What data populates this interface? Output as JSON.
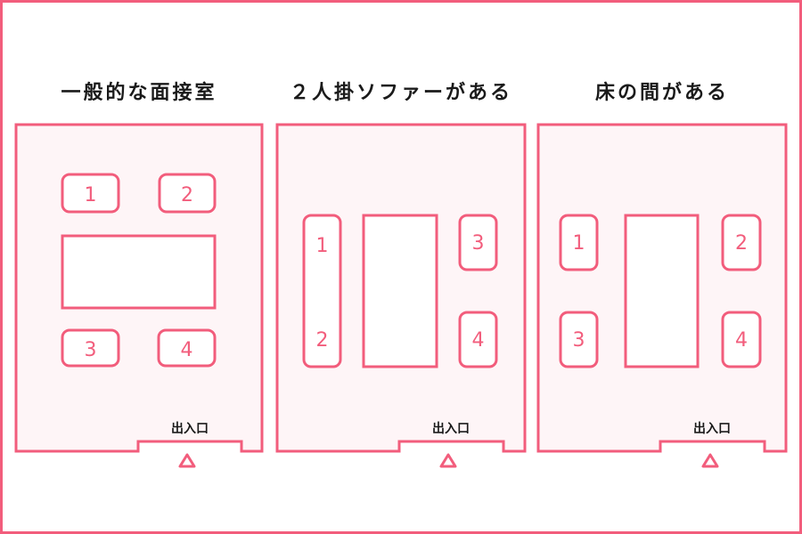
{
  "colors": {
    "accent": "#f25d7c",
    "room_fill": "#fef5f7",
    "furniture_fill": "#ffffff",
    "title_text": "#1a1a1a"
  },
  "layouts": [
    {
      "title": "一般的な面接室",
      "entrance_label": "出入口",
      "seats": [
        "1",
        "2",
        "3",
        "4"
      ]
    },
    {
      "title": "２人掛ソファーがある",
      "entrance_label": "出入口",
      "seats": [
        "1",
        "2",
        "3",
        "4"
      ]
    },
    {
      "title": "床の間がある",
      "entrance_label": "出入口",
      "seats": [
        "1",
        "2",
        "3",
        "4"
      ]
    }
  ],
  "entrance_marker_icon": "triangle-up-icon"
}
